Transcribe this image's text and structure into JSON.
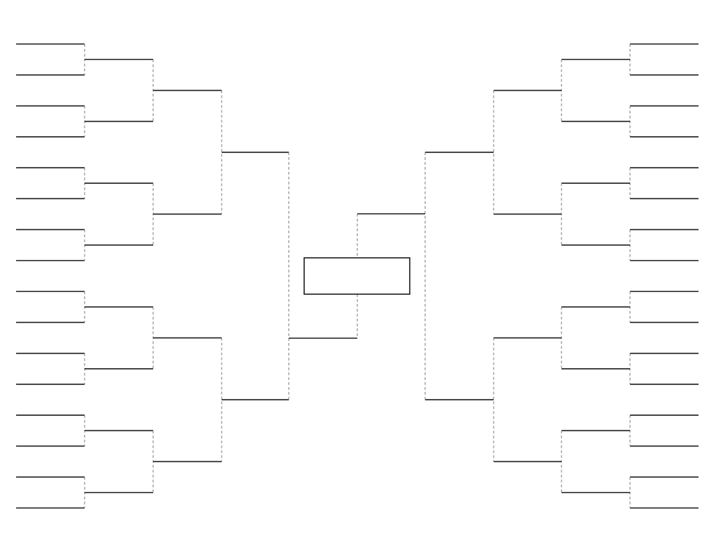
{
  "bracket": {
    "entrants_per_side": 16,
    "rounds_per_side": 4,
    "sides": [
      "left",
      "right"
    ],
    "champion_box": true,
    "slot_labels": []
  },
  "colors": {
    "line": "#1a1a1a",
    "connector": "#777777",
    "background": "#ffffff"
  }
}
